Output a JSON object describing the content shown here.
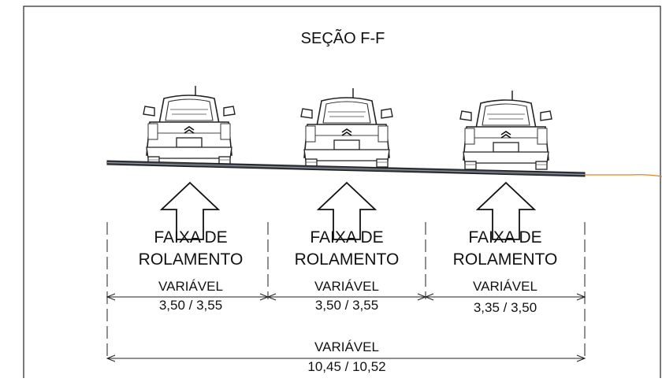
{
  "title": "SEÇÃO F-F",
  "lanes": [
    {
      "line1": "FAIXA DE",
      "line2": "ROLAMENTO",
      "dim_label": "VARIÁVEL",
      "dim_value": "3,50 / 3,55"
    },
    {
      "line1": "FAIXA DE",
      "line2": "ROLAMENTO",
      "dim_label": "VARIÁVEL",
      "dim_value": "3,50 / 3,55"
    },
    {
      "line1": "FAIXA DE",
      "line2": "ROLAMENTO",
      "dim_label": "VARIÁVEL",
      "dim_value": "3,35 / 3,50"
    }
  ],
  "total": {
    "dim_label": "VARIÁVEL",
    "dim_value": "10,45 / 10,52"
  },
  "colors": {
    "line": "#1a1a1a",
    "road": "#3a3f46",
    "terrain": "#e8821e",
    "border": "#222222"
  },
  "icons": [
    "car-rear-icon",
    "arrow-up-icon"
  ]
}
